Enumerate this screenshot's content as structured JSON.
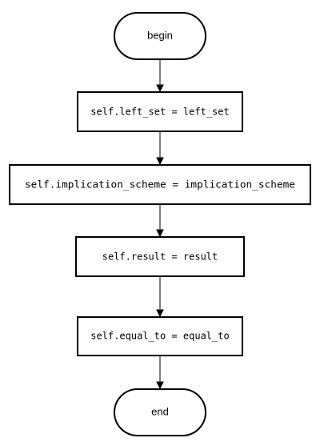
{
  "diagram": {
    "type": "flowchart",
    "nodes": [
      {
        "id": "begin",
        "shape": "terminal",
        "label": "begin"
      },
      {
        "id": "step1",
        "shape": "process",
        "label": "self.left_set = left_set"
      },
      {
        "id": "step2",
        "shape": "process",
        "label": "self.implication_scheme = implication_scheme"
      },
      {
        "id": "step3",
        "shape": "process",
        "label": "self.result = result"
      },
      {
        "id": "step4",
        "shape": "process",
        "label": "self.equal_to = equal_to"
      },
      {
        "id": "end",
        "shape": "terminal",
        "label": "end"
      }
    ],
    "edges": [
      {
        "from": "begin",
        "to": "step1"
      },
      {
        "from": "step1",
        "to": "step2"
      },
      {
        "from": "step2",
        "to": "step3"
      },
      {
        "from": "step3",
        "to": "step4"
      },
      {
        "from": "step4",
        "to": "end"
      }
    ],
    "colors": {
      "stroke": "#000000",
      "fill": "#ffffff",
      "text": "#000000"
    }
  }
}
